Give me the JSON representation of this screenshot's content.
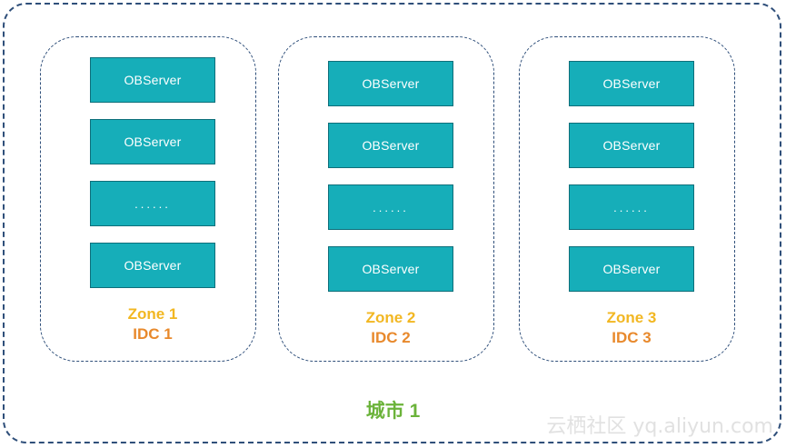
{
  "city": {
    "label": "城市 1"
  },
  "zones": [
    {
      "zone_label": "Zone 1",
      "idc_label": "IDC 1",
      "servers": [
        "OBServer",
        "OBServer",
        "......",
        "OBServer"
      ]
    },
    {
      "zone_label": "Zone 2",
      "idc_label": "IDC 2",
      "servers": [
        "OBServer",
        "OBServer",
        "......",
        "OBServer"
      ]
    },
    {
      "zone_label": "Zone 3",
      "idc_label": "IDC 3",
      "servers": [
        "OBServer",
        "OBServer",
        "......",
        "OBServer"
      ]
    }
  ],
  "watermark": "云栖社区 yq.aliyun.com",
  "colors": {
    "server_fill": "#16aeb9",
    "border": "#2f4f7a",
    "zone_text": "#f2b722",
    "idc_text": "#e8892c",
    "city_text": "#6bb33a"
  }
}
